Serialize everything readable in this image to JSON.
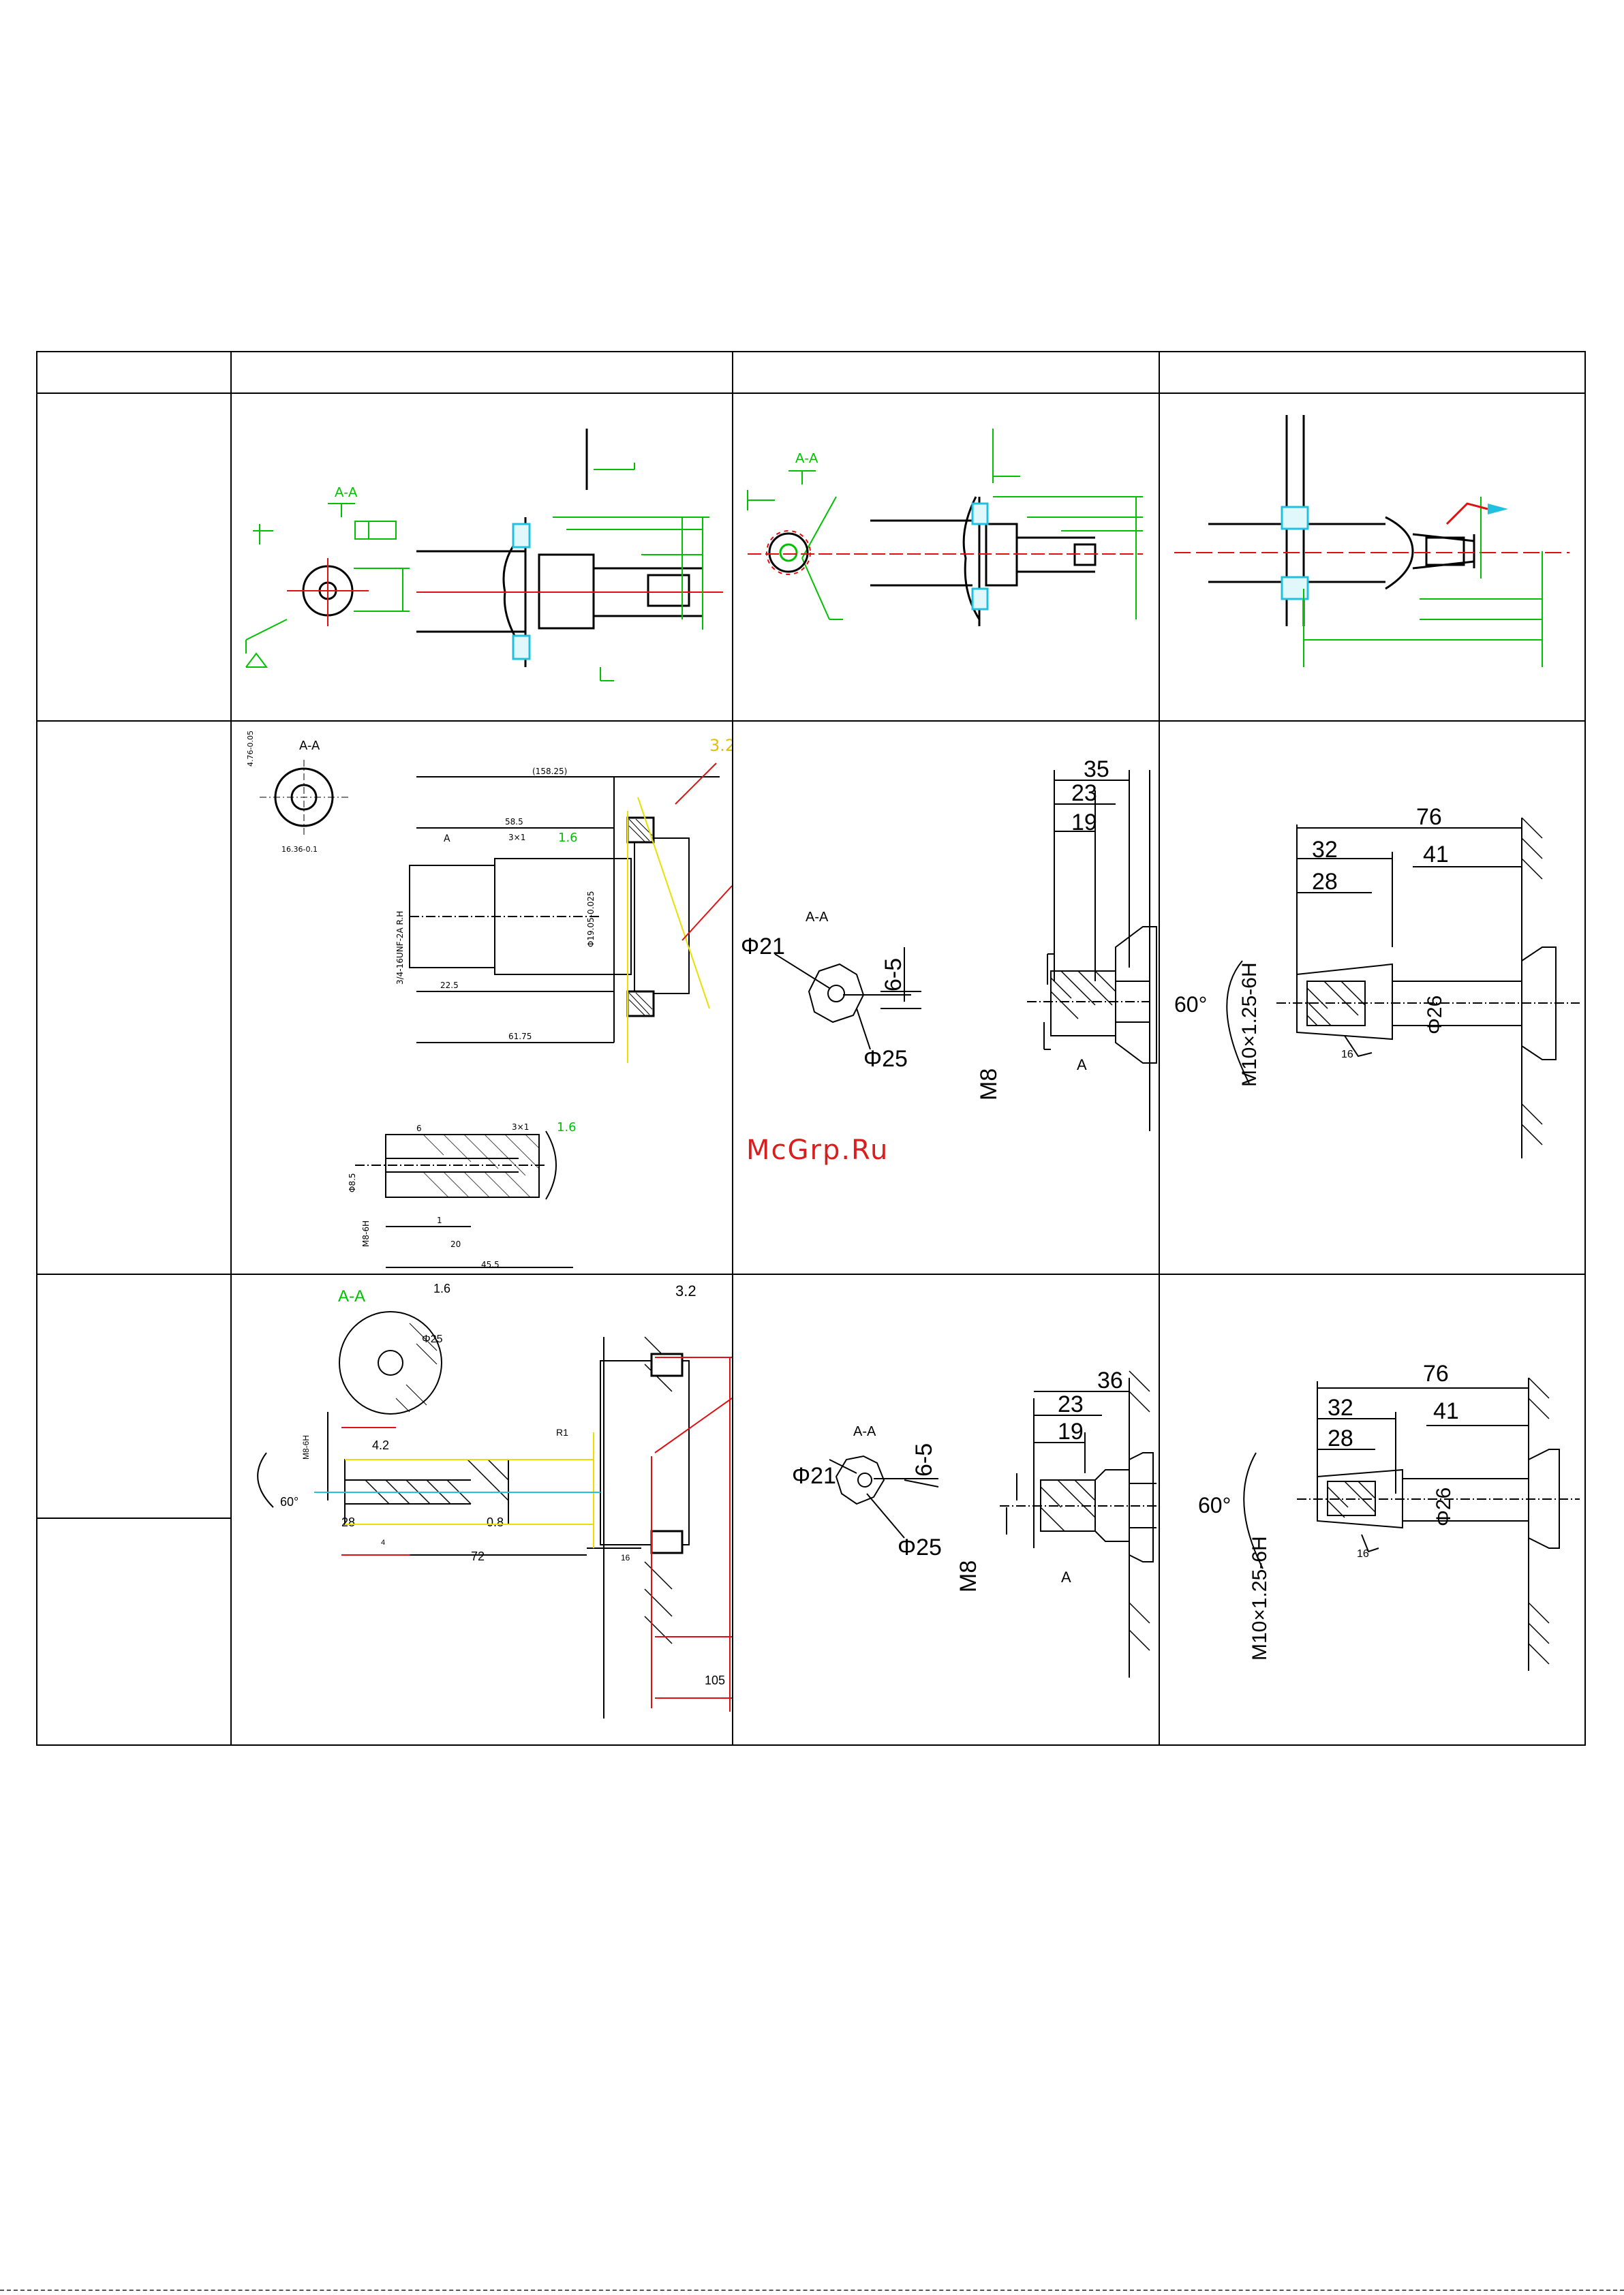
{
  "watermark": "McGrp.Ru",
  "colors": {
    "cad_green": "#00c000",
    "cad_red": "#e01010",
    "cad_cyan": "#20c0e0",
    "cad_yellow": "#e8e000",
    "ink": "#000000"
  },
  "drawings": {
    "r1c1": {
      "section": "A-A"
    },
    "r1c2": {
      "section": "A-A"
    },
    "r2c1": {
      "section": "A-A",
      "finish_top": "3.2",
      "overall": "(158.25)",
      "len1": "58.5",
      "chamfer": "3×1",
      "finish": "1.6",
      "thread": "3/4-16UNF-2A R.H",
      "shaft_dia": "Φ19.05-0.025",
      "len2": "22.5",
      "len3": "61.75",
      "detail_chamfer": "3×1",
      "detail_finish": "1.6",
      "dim6": "6",
      "dia85": "Φ8.5",
      "m8": "M8-6H",
      "d1": "1",
      "d20": "20",
      "d45": "45.5",
      "key": "16.36-0.1",
      "kw": "4.76-0.05",
      "label_a": "A"
    },
    "r2c2": {
      "section": "A-A",
      "d35": "35",
      "d23": "23",
      "d19": "19",
      "phi21": "Φ21",
      "phi25": "Φ25",
      "r65": "6-5",
      "m8": "M8",
      "label_a": "A"
    },
    "r2c3": {
      "d76": "76",
      "d32": "32",
      "d28": "28",
      "d41": "41",
      "angle": "60°",
      "phi26": "Φ26",
      "thread": "M10×1.25-6H",
      "finish": "16"
    },
    "r3c1": {
      "section": "A-A",
      "finish_a": "1.6",
      "finish_b": "3.2",
      "phi25": "Φ25",
      "d42": "4.2",
      "r1": "R1",
      "angle": "60°",
      "m8": "M8-6H",
      "d28": "28",
      "d08": "0.8",
      "d72": "72",
      "d16": "16",
      "d105": "105",
      "d4": "4"
    },
    "r3c2": {
      "section": "A-A",
      "d36": "36",
      "d23": "23",
      "d19": "19",
      "phi21": "Φ21",
      "phi25": "Φ25",
      "r65": "6-5",
      "m8": "M8",
      "label_a": "A"
    },
    "r3c3": {
      "d76": "76",
      "d32": "32",
      "d28": "28",
      "d41": "41",
      "angle": "60°",
      "phi26": "Φ26",
      "thread": "M10×1.25-6H",
      "finish": "16"
    }
  }
}
